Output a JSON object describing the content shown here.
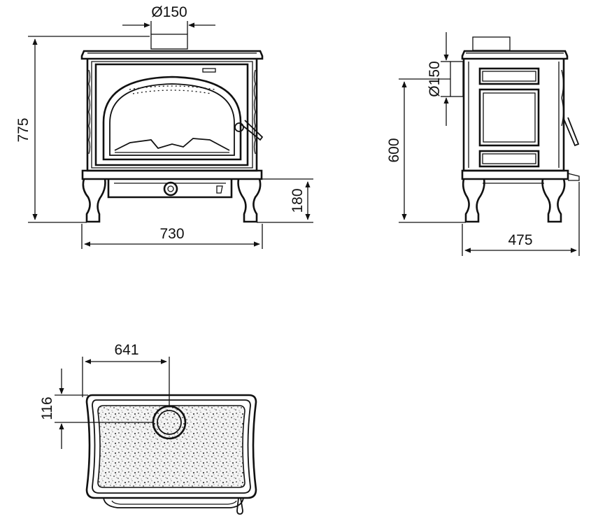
{
  "front_view": {
    "flue_diameter_label": "Ø150",
    "height_label": "775",
    "leg_height_label": "180",
    "width_label": "730"
  },
  "side_view": {
    "flue_diameter_label": "Ø150",
    "flue_height_label": "600",
    "depth_label": "475"
  },
  "top_view": {
    "flue_offset_x_label": "641",
    "flue_offset_y_label": "116"
  }
}
